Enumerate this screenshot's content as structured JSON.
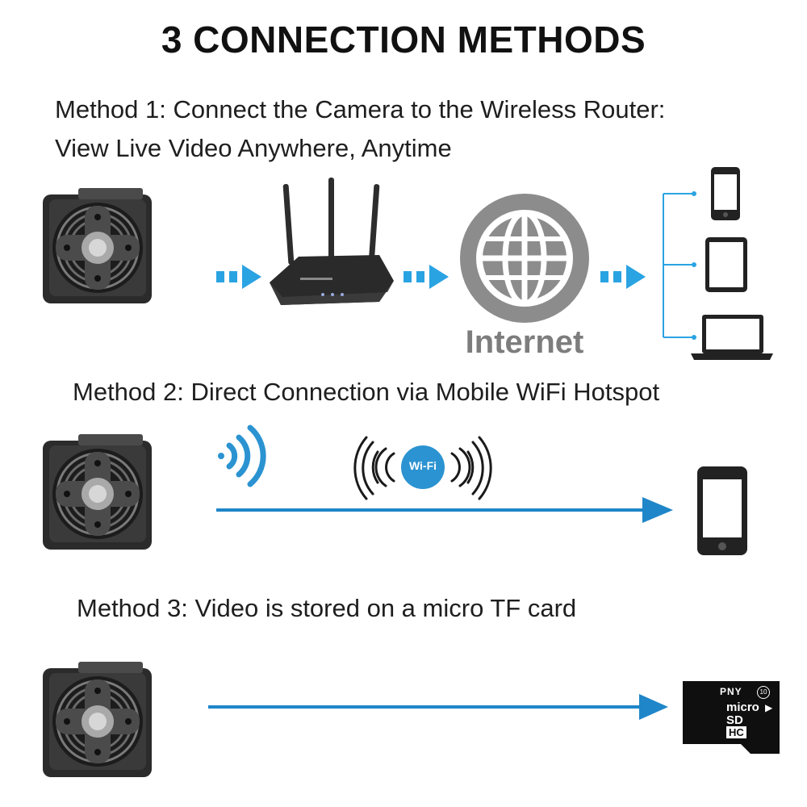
{
  "title": "3 CONNECTION METHODS",
  "methods": [
    {
      "line1": "Method 1: Connect the Camera to the Wireless Router:",
      "line2": "View Live Video Anywhere, Anytime"
    },
    {
      "line1": "Method 2: Direct Connection via Mobile WiFi Hotspot"
    },
    {
      "line1": "Method 3: Video is stored on a micro TF card"
    }
  ],
  "internet_label": "Internet",
  "wifi_badge": "Wi-Fi",
  "sd_card": {
    "brand": "PNY",
    "class_mark": "10",
    "micro_label": "micro",
    "sd_label": "SD",
    "hc_label": "HC"
  },
  "colors": {
    "arrow": "#2aa3e2",
    "line": "#1f86c9",
    "wifi": "#2b93d1",
    "dark": "#222222"
  },
  "icons": [
    "camera-icon",
    "router-icon",
    "globe-icon",
    "phone-icon",
    "tablet-icon",
    "laptop-icon",
    "wifi-signal-icon",
    "microsd-card-icon"
  ]
}
